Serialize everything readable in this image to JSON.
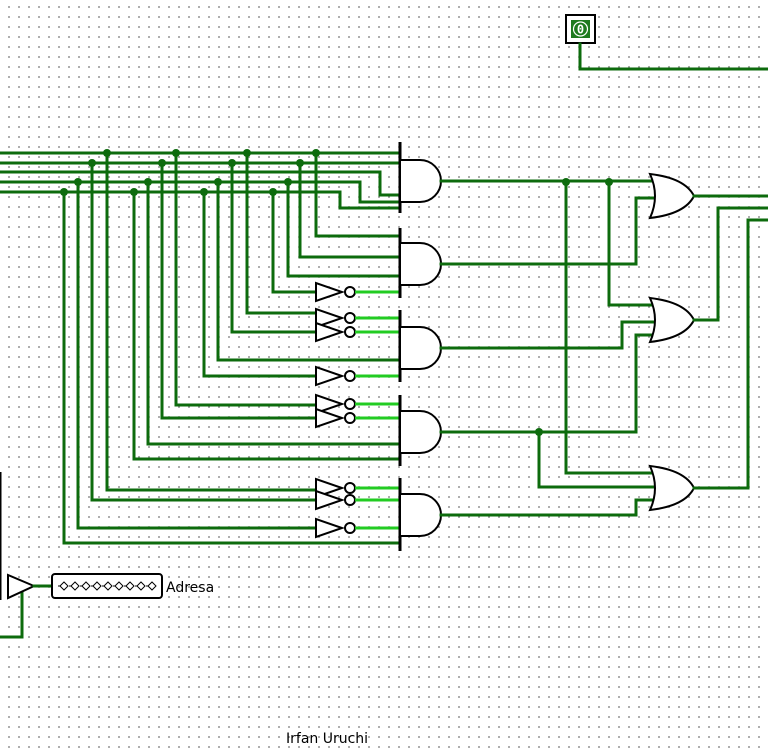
{
  "canvas": {
    "dot_color": "#9a9a9a",
    "background": "#ffffff"
  },
  "colors": {
    "wire": "#0d6b0d",
    "wire_active": "#22cc22",
    "component": "#000000"
  },
  "input_pin": {
    "value": "0",
    "fill": "#1f7a1f"
  },
  "register": {
    "label": "Adresa"
  },
  "footer": {
    "author": "Irfan Uruchi"
  },
  "components": {
    "and_gates": 5,
    "or_gates": 3,
    "not_gates": 9
  }
}
